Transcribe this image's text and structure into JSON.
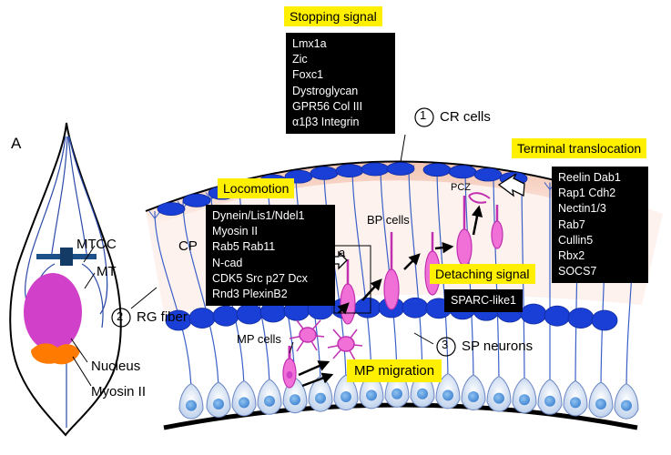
{
  "panel_letter": "A",
  "cell_labels": {
    "mtoc": "MTOC",
    "mt": "MT",
    "nucleus": "Nucleus",
    "myosin": "Myosin II"
  },
  "regions": {
    "cp": "CP",
    "pcz": "PCZ",
    "bp_cells": "BP cells",
    "mp_cells": "MP cells",
    "inset_letter": "a"
  },
  "numbered_labels": [
    {
      "number": "1",
      "text": "CR cells"
    },
    {
      "number": "2",
      "text": "RG fiber"
    },
    {
      "number": "3",
      "text": "SP neurons"
    }
  ],
  "stopping": {
    "title": "Stopping signal",
    "genes": [
      "Lmx1a",
      "Zic",
      "Foxc1",
      "Dystroglycan",
      "GPR56  Col III",
      "α1β3 Integrin"
    ]
  },
  "locomotion": {
    "title": "Locomotion",
    "genes": [
      "Dynein/Lis1/Ndel1",
      "Myosin II",
      "Rab5   Rab11",
      "N-cad",
      "CDK5  Src  p27  Dcx",
      "Rnd3   PlexinB2"
    ]
  },
  "terminal": {
    "title": "Terminal translocation",
    "genes": [
      "Reelin  Dab1",
      "Rap1   Cdh2",
      "Nectin1/3",
      "Rab7",
      "Cullin5",
      "Rbx2",
      "SOCS7"
    ]
  },
  "detaching": {
    "title": "Detaching  signal",
    "genes": [
      "SPARC-like1"
    ]
  },
  "mp_migration": {
    "title": "MP migration"
  },
  "colors": {
    "signal_yellow": "#ffef00",
    "cr_blue": "#1a3fd6",
    "neuron_pink": "#f070d8",
    "pial_peach": "#f6d4c4",
    "nucleus_magenta": "#d040c8",
    "myosin_orange": "#ff7a00"
  }
}
